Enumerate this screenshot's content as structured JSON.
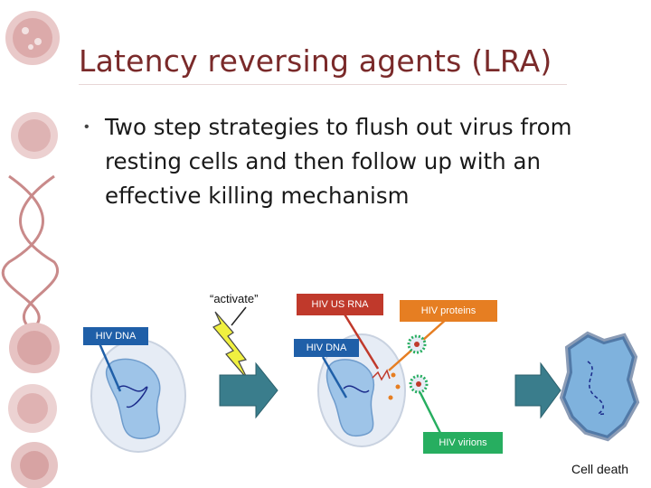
{
  "slide": {
    "title": "Latency reversing agents (LRA)",
    "bullet_marker": "•",
    "bullet_text": "Two step strategies to flush out virus from resting cells and then follow up with an effective killing mechanism"
  },
  "diagram": {
    "activate_label": "“activate”",
    "hiv_dna_left": "HIV DNA",
    "hiv_us_rna": "HIV US RNA",
    "hiv_proteins": "HIV proteins",
    "hiv_dna_mid": "HIV DNA",
    "hiv_virions": "HIV virions",
    "cell_death": "Cell death"
  },
  "colors": {
    "title": "#7a2a2a",
    "box_blue": "#1f5fa8",
    "box_red": "#c0392b",
    "box_orange": "#e67e22",
    "box_green": "#27ae60",
    "arrow_teal": "#3a7d8c",
    "cell_blue": "#9ec4e8",
    "bolt_yellow": "#f0f040"
  },
  "icons": [
    "virus-icon",
    "dna-helix-icon",
    "lightning-bolt-icon",
    "right-arrow-icon",
    "cell-icon"
  ]
}
